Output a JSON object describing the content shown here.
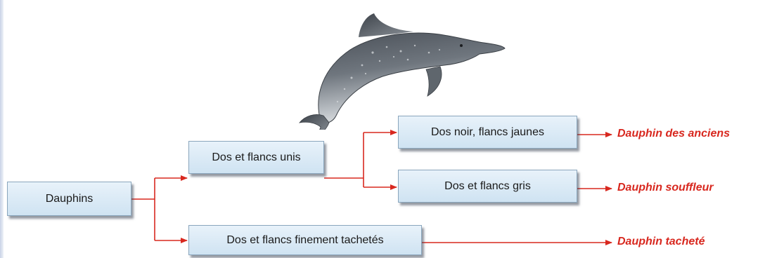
{
  "diagram": {
    "root": {
      "label": "Dauphins"
    },
    "branches": {
      "plain": {
        "label": "Dos et flancs unis"
      },
      "spotted": {
        "label": "Dos et flancs finement tachetés"
      },
      "black_yellow": {
        "label": "Dos noir, flancs jaunes"
      },
      "grey": {
        "label": "Dos et flancs gris"
      }
    },
    "results": {
      "ancients": "Dauphin des anciens",
      "blower": "Dauphin souffleur",
      "spotted": "Dauphin tacheté"
    },
    "colors": {
      "arrow": "#d8281f",
      "result_text": "#d8281f",
      "box_fill": "#d7e8f5",
      "box_border": "#8aa6bd"
    }
  }
}
